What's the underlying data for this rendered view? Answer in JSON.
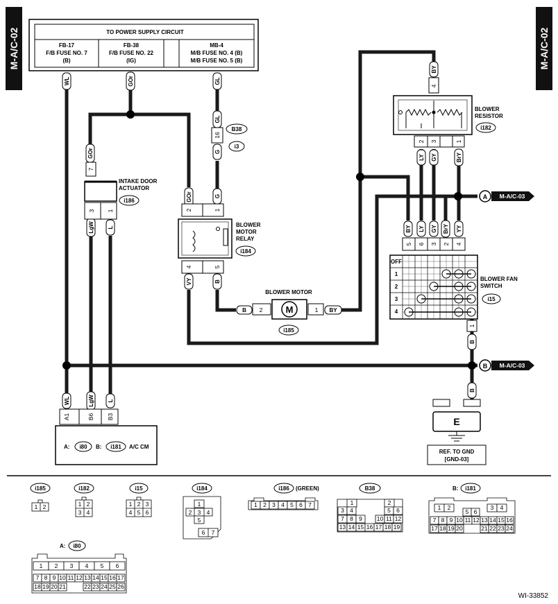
{
  "tabs": {
    "left": "M-A/C-02",
    "right": "M-A/C-02"
  },
  "power_box": {
    "title": "TO POWER SUPPLY CIRCUIT",
    "col1": [
      "FB-17",
      "F/B FUSE NO. 7",
      "(B)"
    ],
    "col2": [
      "FB-38",
      "F/B FUSE NO. 22",
      "(IG)"
    ],
    "col3": [
      "MB-4",
      "M/B FUSE NO. 4 (B)",
      "M/B FUSE NO. 5 (B)"
    ]
  },
  "wire_labels": {
    "wl": "WL",
    "gor": "GOr",
    "gl": "GL",
    "g": "G",
    "by": "BY",
    "lgw": "LgW",
    "l": "L",
    "b": "B",
    "vy": "VY",
    "ly": "LY",
    "gy": "GY",
    "bry": "BrY",
    "yy": "YY"
  },
  "pins": {
    "p1": "1",
    "p2": "2",
    "p3": "3",
    "p4": "4",
    "p5": "5",
    "p6": "6",
    "p7": "7",
    "p16": "16",
    "a1": "A1",
    "b6": "B6",
    "b3": "B3"
  },
  "components": {
    "intake": [
      "INTAKE DOOR",
      "ACTUATOR"
    ],
    "relay": [
      "BLOWER",
      "MOTOR",
      "RELAY"
    ],
    "motor": "BLOWER MOTOR",
    "motor_symbol": "M",
    "resistor": [
      "BLOWER",
      "RESISTOR"
    ],
    "fan_switch": [
      "BLOWER FAN",
      "SWITCH"
    ],
    "switch_rows": [
      "OFF",
      "1",
      "2",
      "3",
      "4"
    ],
    "ground": [
      "REF. TO GND",
      "[GND-03]"
    ],
    "ground_symbol": "E",
    "acm_text": "A/C CM",
    "acm_a": "A:",
    "acm_b": "B:"
  },
  "codes": {
    "i186": "i186",
    "i184": "i184",
    "i185": "i185",
    "i182": "i182",
    "i15": "i15",
    "i80": "i80",
    "i181": "i181",
    "b38": "B38",
    "i3": "i3"
  },
  "refs": {
    "a_letter": "A",
    "b_letter": "B",
    "a_target": "M-A/C-03",
    "b_target": "M-A/C-03"
  },
  "legend": {
    "i185": {
      "code": "i185",
      "rows": [
        [
          "1",
          "2"
        ]
      ]
    },
    "i182": {
      "code": "i182",
      "rows": [
        [
          "1",
          "2"
        ],
        [
          "3",
          "4"
        ]
      ]
    },
    "i15": {
      "code": "i15",
      "rows": [
        [
          "1",
          "2",
          "3"
        ],
        [
          "4",
          "5",
          "6"
        ]
      ]
    },
    "i184": {
      "code": "i184",
      "rows": [
        [
          "1"
        ],
        [
          "2",
          "3",
          "4"
        ],
        [
          "5"
        ],
        [
          "6",
          "7"
        ]
      ]
    },
    "i186": {
      "code": "i186",
      "note": "(GREEN)",
      "rows": [
        [
          "1",
          "2",
          "3",
          "4",
          "5",
          "6",
          "7"
        ]
      ]
    },
    "b38": {
      "code": "B38",
      "rows": [
        [
          "1",
          "2"
        ],
        [
          "3",
          "4",
          "5",
          "6"
        ],
        [
          "7",
          "8",
          "9",
          "10",
          "11",
          "12"
        ],
        [
          "13",
          "14",
          "15",
          "16",
          "17",
          "18",
          "19"
        ]
      ]
    },
    "i181": {
      "prefix": "B:",
      "code": "i181",
      "rows": [
        [
          "1",
          "2",
          "3",
          "4"
        ],
        [
          "5",
          "6"
        ],
        [
          "7",
          "8",
          "9",
          "10",
          "11",
          "12",
          "13",
          "14",
          "15",
          "16"
        ],
        [
          "17",
          "18",
          "19",
          "20",
          "21",
          "22",
          "23",
          "24"
        ]
      ]
    },
    "i80": {
      "prefix": "A:",
      "code": "i80",
      "rows": [
        [
          "1",
          "2",
          "3",
          "4",
          "5",
          "6"
        ],
        [
          "7",
          "8",
          "9",
          "10",
          "11",
          "12",
          "13",
          "14",
          "15",
          "16",
          "17"
        ],
        [
          "18",
          "19",
          "20",
          "21",
          "22",
          "23",
          "24",
          "25",
          "26"
        ]
      ]
    }
  },
  "footer": "WI-33852"
}
